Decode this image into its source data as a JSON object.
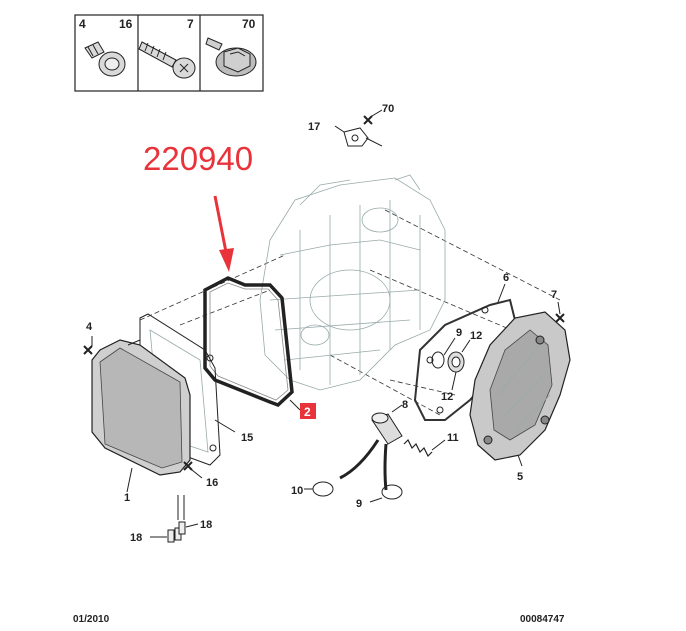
{
  "fastener_table": {
    "cells": [
      {
        "codes": [
          "4",
          "16"
        ],
        "icon": "flanged-bolt-icon"
      },
      {
        "codes": [
          "7"
        ],
        "icon": "long-screw-icon"
      },
      {
        "codes": [
          "70"
        ],
        "icon": "hex-flange-bolt-icon"
      }
    ]
  },
  "highlight": {
    "number": "220940",
    "color": "#e8333a",
    "part_badge": "2"
  },
  "callouts": {
    "c17": "17",
    "c70": "70",
    "c6": "6",
    "c7": "7",
    "c4": "4",
    "c9a": "9",
    "c12a": "12",
    "c12b": "12",
    "c8": "8",
    "c11": "11",
    "c15": "15",
    "c5": "5",
    "c16": "16",
    "c1": "1",
    "c10": "10",
    "c9b": "9",
    "c18a": "18",
    "c18b": "18"
  },
  "footer": {
    "date": "01/2010",
    "ref": "00084747"
  }
}
